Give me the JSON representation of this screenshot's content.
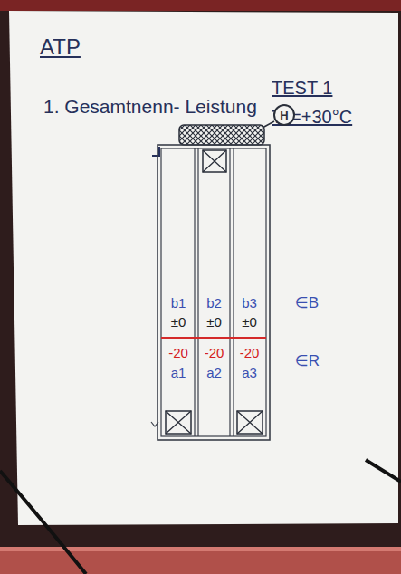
{
  "diagram": {
    "title": "ATP",
    "nodes": [
      {
        "text": [
          "H"
        ]
      },
      {
        "text": [
          "b1",
          "±0",
          "-20",
          "a1"
        ]
      },
      {
        "text": [
          "b2",
          "±0",
          "-20",
          "a2"
        ]
      },
      {
        "text": [
          "b3",
          "±0",
          "-20",
          "a3"
        ]
      }
    ],
    "labels": [
      "1. Gesamtnenn- Leistung",
      "TEST 1",
      "Ta=+30°C",
      "∈B",
      "∈R"
    ]
  }
}
